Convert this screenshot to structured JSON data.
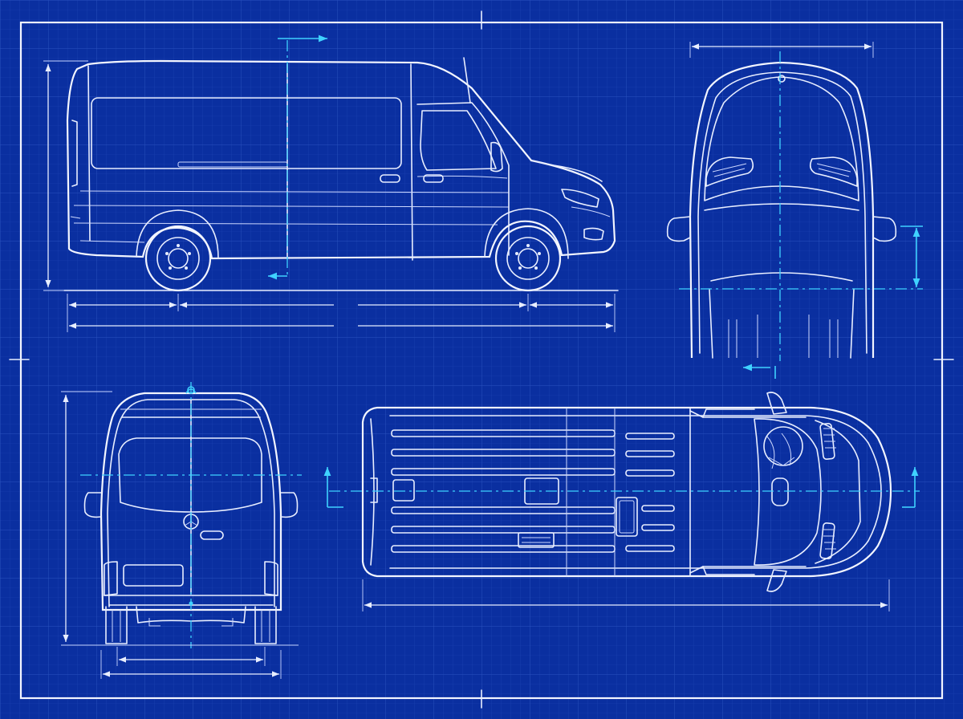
{
  "drawing": {
    "colors": {
      "background": "#0a2fa0",
      "grid_minor": "#1d44b4",
      "grid_major": "#2a52bf",
      "line": "#e8eeff",
      "centerline": "#3fd2ff"
    },
    "views": [
      "side-view",
      "front-view",
      "rear-view",
      "top-view"
    ]
  }
}
